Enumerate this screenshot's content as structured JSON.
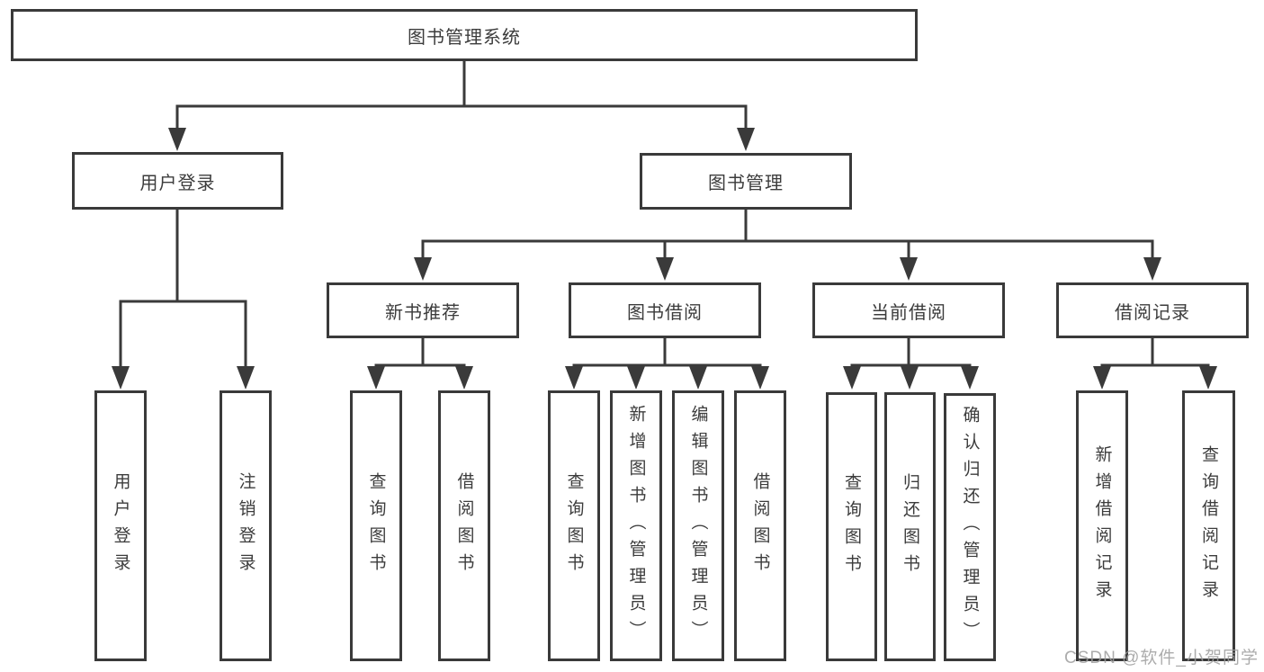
{
  "tree": {
    "root": {
      "label": "图书管理系统"
    },
    "user_login": {
      "label": "用户登录",
      "children": [
        {
          "label": "用户登录"
        },
        {
          "label": "注销登录"
        }
      ]
    },
    "book_management": {
      "label": "图书管理",
      "sections": [
        {
          "label": "新书推荐",
          "children": [
            {
              "label": "查询图书"
            },
            {
              "label": "借阅图书"
            }
          ]
        },
        {
          "label": "图书借阅",
          "children": [
            {
              "label": "查询图书"
            },
            {
              "label": "新增图书（管理员）"
            },
            {
              "label": "编辑图书（管理员）"
            },
            {
              "label": "借阅图书"
            }
          ]
        },
        {
          "label": "当前借阅",
          "children": [
            {
              "label": "查询图书"
            },
            {
              "label": "归还图书"
            },
            {
              "label": "确认归还（管理员）"
            }
          ]
        },
        {
          "label": "借阅记录",
          "children": [
            {
              "label": "新增借阅记录"
            },
            {
              "label": "查询借阅记录"
            }
          ]
        }
      ]
    }
  },
  "watermark": {
    "text": "CSDN @软件_小贺同学"
  },
  "colors": {
    "line": "#3a3a3a",
    "box_border": "#3a3a3a",
    "box_bg": "#ffffff",
    "text": "#3c3c3c",
    "watermark": "#9e9e9e"
  }
}
